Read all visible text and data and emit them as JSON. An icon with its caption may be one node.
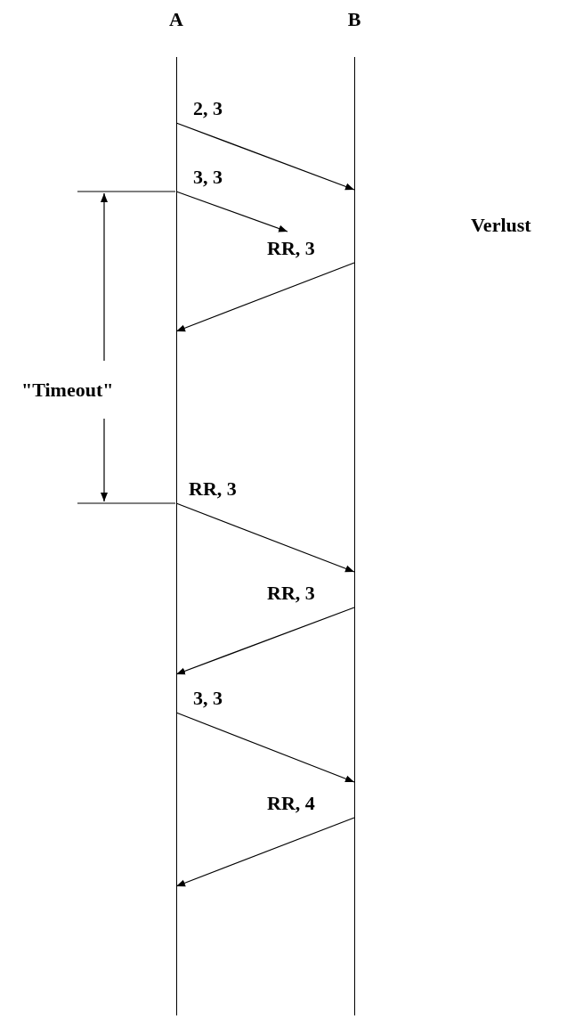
{
  "diagram": {
    "nodes": [
      {
        "text": [
          "A"
        ]
      },
      {
        "text": [
          "B"
        ]
      }
    ],
    "edges": [
      {
        "from": 0,
        "to": 1,
        "arrow": "to",
        "label": "2, 3"
      },
      {
        "from": 0,
        "to": null,
        "arrow": "to",
        "label": "3, 3"
      },
      {
        "from": 1,
        "to": 0,
        "arrow": "to",
        "label": "RR, 3"
      },
      {
        "from": 0,
        "to": 1,
        "arrow": "to",
        "label": "RR, 3"
      },
      {
        "from": 1,
        "to": 0,
        "arrow": "to",
        "label": "RR, 3"
      },
      {
        "from": 0,
        "to": 1,
        "arrow": "to",
        "label": "3, 3"
      },
      {
        "from": 1,
        "to": 0,
        "arrow": "to",
        "label": "RR, 4"
      }
    ],
    "labels": [
      "Verlust",
      "\"Timeout\""
    ]
  }
}
